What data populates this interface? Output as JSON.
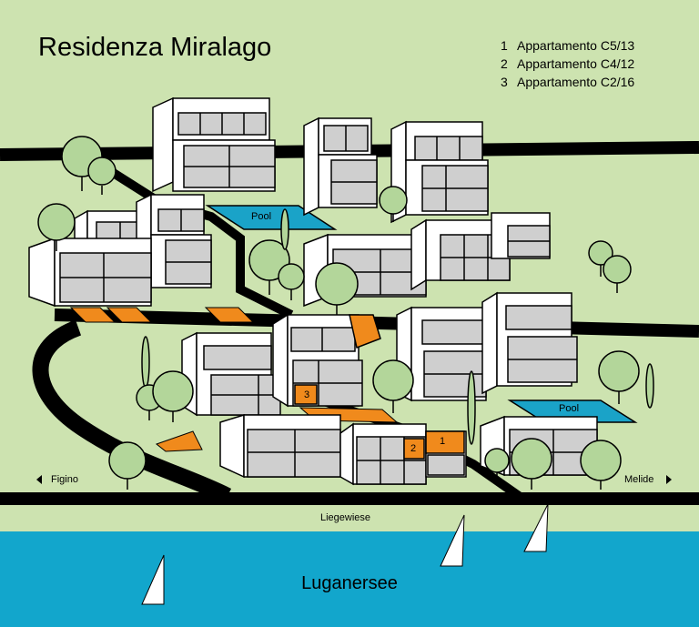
{
  "title": "Residenza Miralago",
  "legend": [
    {
      "num": "1",
      "label": "Appartamento C5/13"
    },
    {
      "num": "2",
      "label": "Appartamento C4/12"
    },
    {
      "num": "3",
      "label": "Appartamento C2/16"
    }
  ],
  "labels": {
    "pool_1": "Pool",
    "pool_2": "Pool",
    "figino": "Figino",
    "melide": "Melide",
    "street": "Liegewiese",
    "lake": "Luganersee"
  },
  "markers": {
    "m1": "1",
    "m2": "2",
    "m3": "3"
  },
  "colors": {
    "ground": "#cde3b0",
    "lake": "#12a6cc",
    "pool": "#1aa3c8",
    "highlight": "#f08a1c",
    "building_face": "#cfcfcf",
    "tree": "#b3d69a",
    "road": "#000000"
  }
}
